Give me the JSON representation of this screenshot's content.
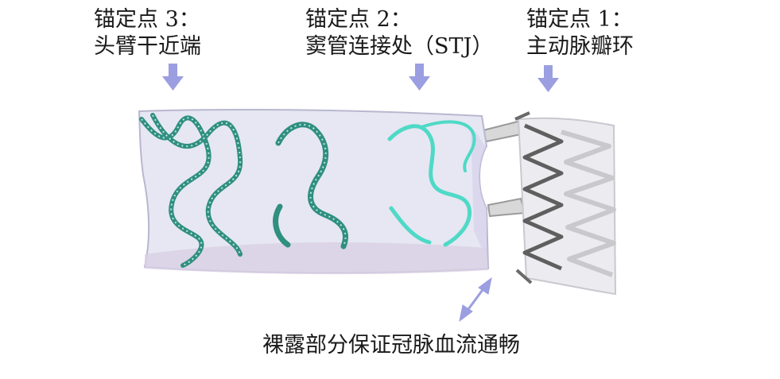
{
  "anchors": [
    {
      "title": "锚定点 3：",
      "location": "头臂干近端"
    },
    {
      "title": "锚定点 2：",
      "location": "窦管连接处（STJ）"
    },
    {
      "title": "锚定点 1：",
      "location": "主动脉瓣环"
    }
  ],
  "caption": "裸露部分保证冠脉血流通畅",
  "colors": {
    "arrow": "#9b9ee0",
    "graft_fill": "#e6e7f2",
    "graft_edge": "#b9b7cf",
    "stent_dark": "#2f8f80",
    "stent_light": "#4fd9c6",
    "valve_stent": "#6a6a6a",
    "lower_tint": "#d9cfe4"
  }
}
